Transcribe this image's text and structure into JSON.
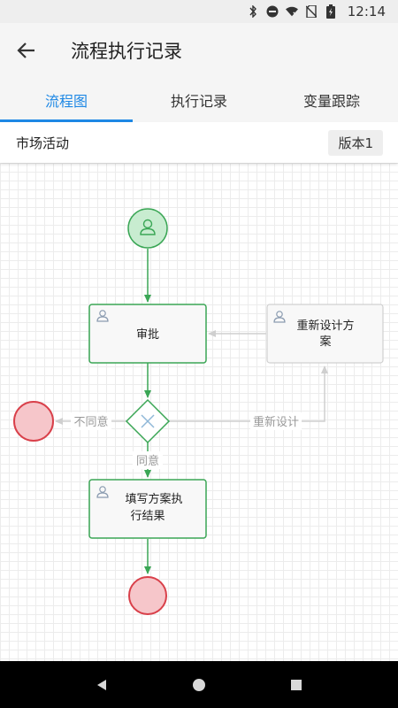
{
  "status_bar": {
    "time": "12:14"
  },
  "app_bar": {
    "title": "流程执行记录"
  },
  "tabs": [
    {
      "label": "流程图",
      "active": true
    },
    {
      "label": "执行记录",
      "active": false
    },
    {
      "label": "变量跟踪",
      "active": false
    }
  ],
  "info": {
    "process_name": "市场活动",
    "version": "版本1"
  },
  "diagram": {
    "nodes": {
      "approve": {
        "label": "审批"
      },
      "redesign": {
        "line1": "重新设计方",
        "line2": "案"
      },
      "fill": {
        "line1": "填写方案执",
        "line2": "行结果"
      }
    },
    "edges": {
      "disagree": "不同意",
      "redesign": "重新设计",
      "agree": "同意"
    }
  },
  "colors": {
    "accent": "#1e88e5",
    "active_green": "#3aa655",
    "end_red": "#d9404a",
    "end_fill": "#f6c6ca",
    "inactive_gray": "#cfcfcf"
  }
}
